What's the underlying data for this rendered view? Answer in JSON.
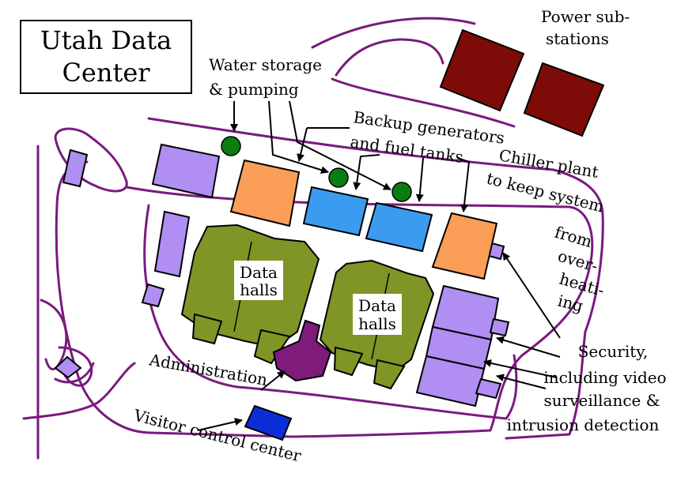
{
  "title": {
    "line1": "Utah Data",
    "line2": "Center"
  },
  "labels": {
    "power_1": "Power sub-",
    "power_2": "stations",
    "water_1": "Water storage",
    "water_2": "& pumping",
    "backup_1": "Backup generators",
    "backup_2": "and fuel tanks",
    "chiller_1": "Chiller plant",
    "chiller_2": "to keep system",
    "chiller_3": "from",
    "chiller_4": "over-",
    "chiller_5": "heati-",
    "chiller_6": "ing",
    "hall_a_1": "Data",
    "hall_a_2": "halls",
    "hall_b_1": "Data",
    "hall_b_2": "halls",
    "admin": "Administration",
    "visitor": "Visitor control center",
    "security_1": "Security,",
    "security_2": "including video",
    "security_3": "surveillance &",
    "security_4": "intrusion detection"
  },
  "colors": {
    "road": "#7a1a80",
    "power_substation": "#7d0b07",
    "backup_generator": "#3b9bef",
    "chiller": "#fb9e57",
    "security_building": "#b08ef2",
    "data_hall": "#7f9626",
    "administration": "#7f1b7a",
    "visitor_center": "#0b2fd6",
    "water_tank": "#0a7d12"
  }
}
